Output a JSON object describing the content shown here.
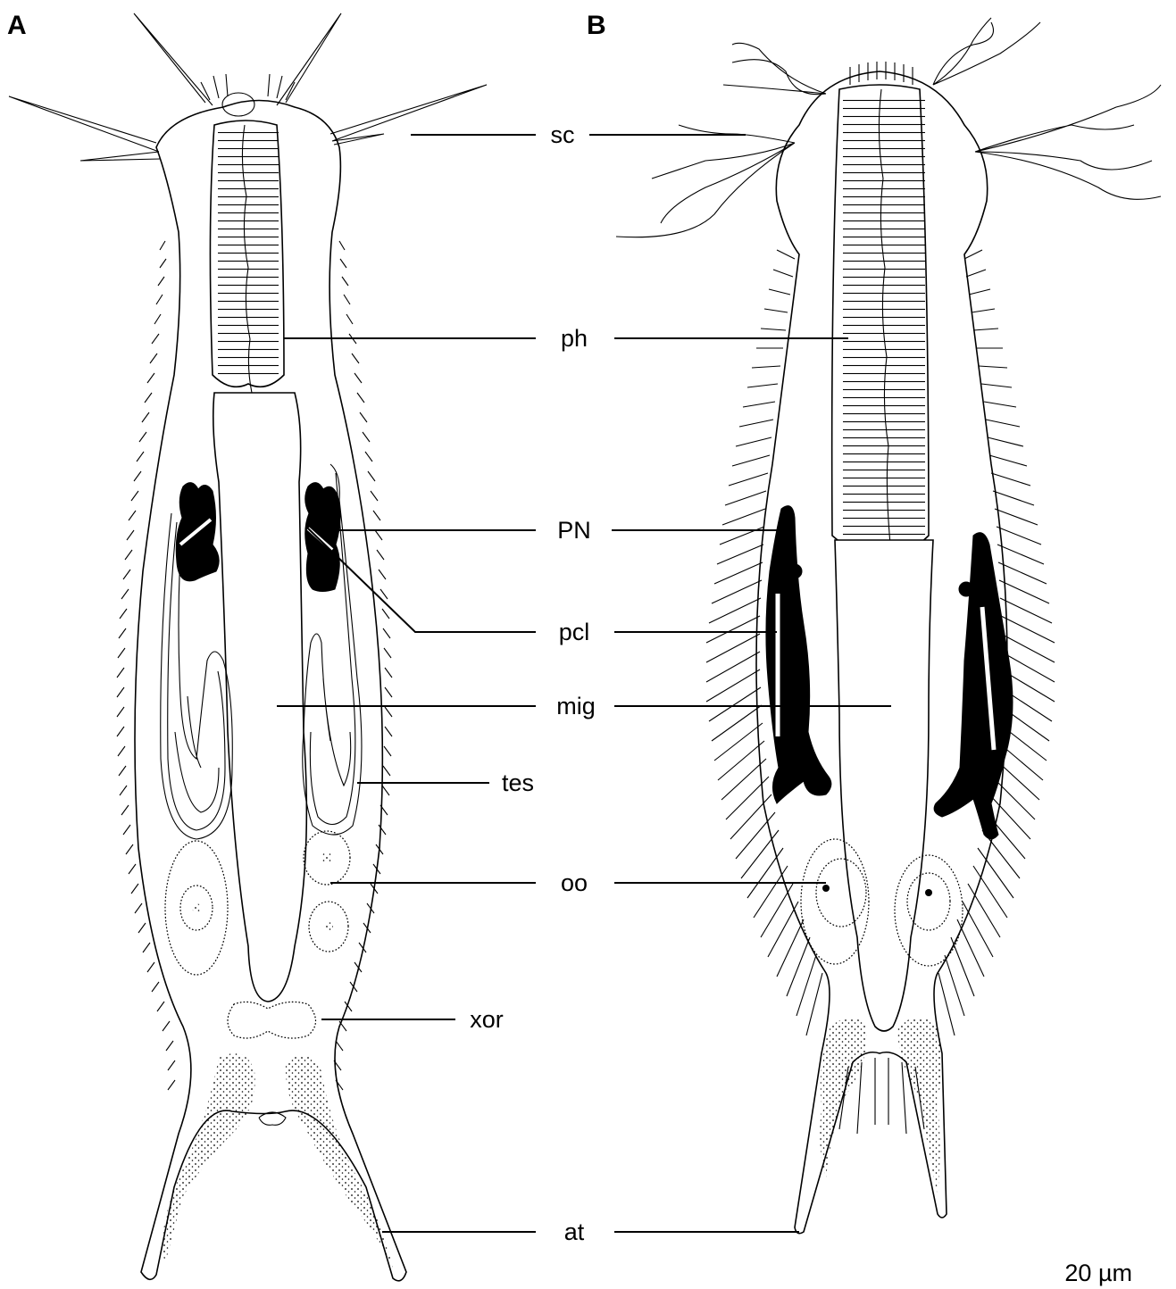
{
  "panels": {
    "a": "A",
    "b": "B"
  },
  "labels": {
    "sc": "sc",
    "ph": "ph",
    "pn": "PN",
    "pcl": "pcl",
    "mig": "mig",
    "tes": "tes",
    "oo": "oo",
    "xor": "xor",
    "at": "at"
  },
  "scale_bar": "20 µm"
}
